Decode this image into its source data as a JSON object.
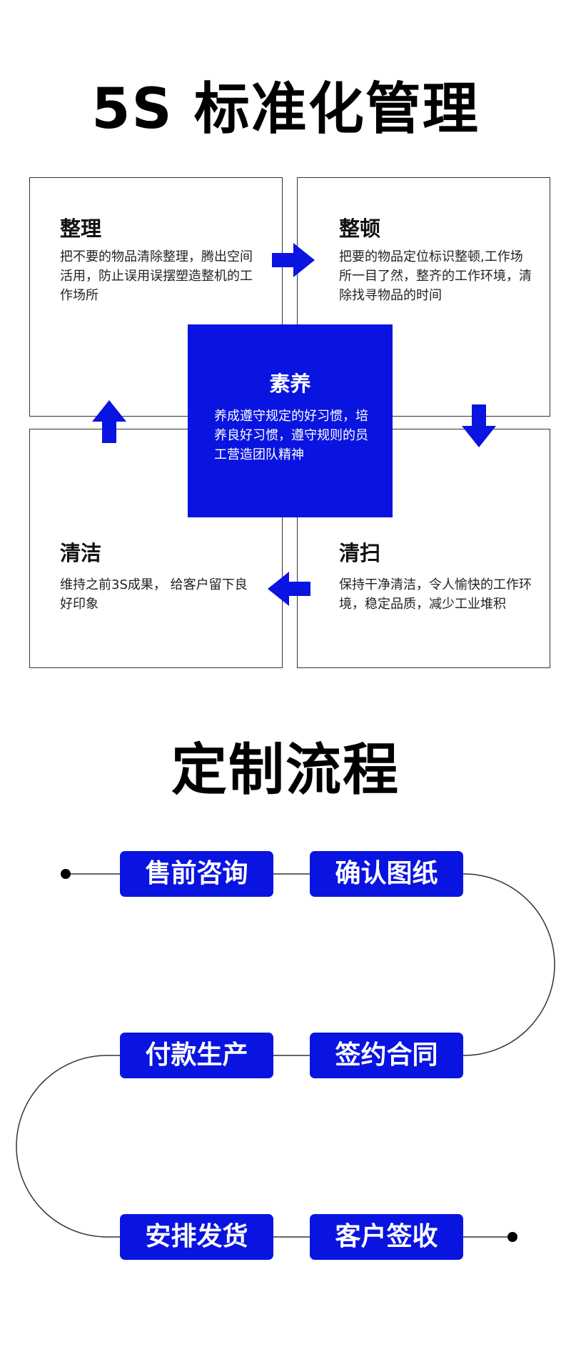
{
  "header": {
    "title": "5S 标准化管理"
  },
  "five_s": {
    "seiri": {
      "title": "整理",
      "text": "把不要的物品清除整理，腾出空间活用，防止误用误摆塑造整机的工作场所"
    },
    "seiton": {
      "title": "整顿",
      "text": "把要的物品定位标识整顿,工作场所一目了然，整齐的工作环境，清除找寻物品的时间"
    },
    "shitsuke": {
      "title": "素养",
      "text": "养成遵守规定的好习惯，培养良好习惯，遵守规则的员工营造团队精神"
    },
    "seiketsu": {
      "title": "清洁",
      "text": "维持之前3S成果， 给客户留下良好印象"
    },
    "seiso": {
      "title": "清扫",
      "text": "保持干净清洁，令人愉快的工作环境，稳定品质，减少工业堆积"
    }
  },
  "process": {
    "title": "定制流程",
    "steps": [
      "售前咨询",
      "确认图纸",
      "签约合同",
      "付款生产",
      "安排发货",
      "客户签收"
    ]
  },
  "colors": {
    "accent": "#0a14e0",
    "line": "#333333"
  }
}
